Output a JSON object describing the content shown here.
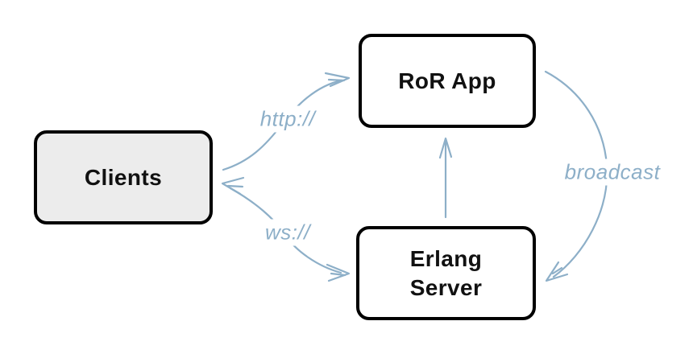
{
  "diagram": {
    "nodes": [
      {
        "id": "clients",
        "label": "Clients",
        "fill": "#ececec"
      },
      {
        "id": "ror-app",
        "label": "RoR App",
        "fill": "#ffffff"
      },
      {
        "id": "erlang-server",
        "label": "Erlang Server",
        "fill": "#ffffff"
      }
    ],
    "edges": [
      {
        "id": "http",
        "label": "http://",
        "from": "clients",
        "to": "ror-app",
        "direction": "one-way"
      },
      {
        "id": "ws",
        "label": "ws://",
        "from": "clients",
        "to": "erlang-server",
        "direction": "two-way"
      },
      {
        "id": "broadcast",
        "label": "broadcast",
        "from": "ror-app",
        "to": "erlang-server",
        "direction": "one-way"
      },
      {
        "id": "push",
        "label": "",
        "from": "erlang-server",
        "to": "ror-app",
        "direction": "one-way"
      }
    ],
    "colors": {
      "arrow": "#8dafc8",
      "edge_label_text": "#8dafc8",
      "node_border": "#000000",
      "node_text": "#111111",
      "clients_fill": "#ececec",
      "node_fill": "#ffffff",
      "background": "#ffffff"
    }
  }
}
